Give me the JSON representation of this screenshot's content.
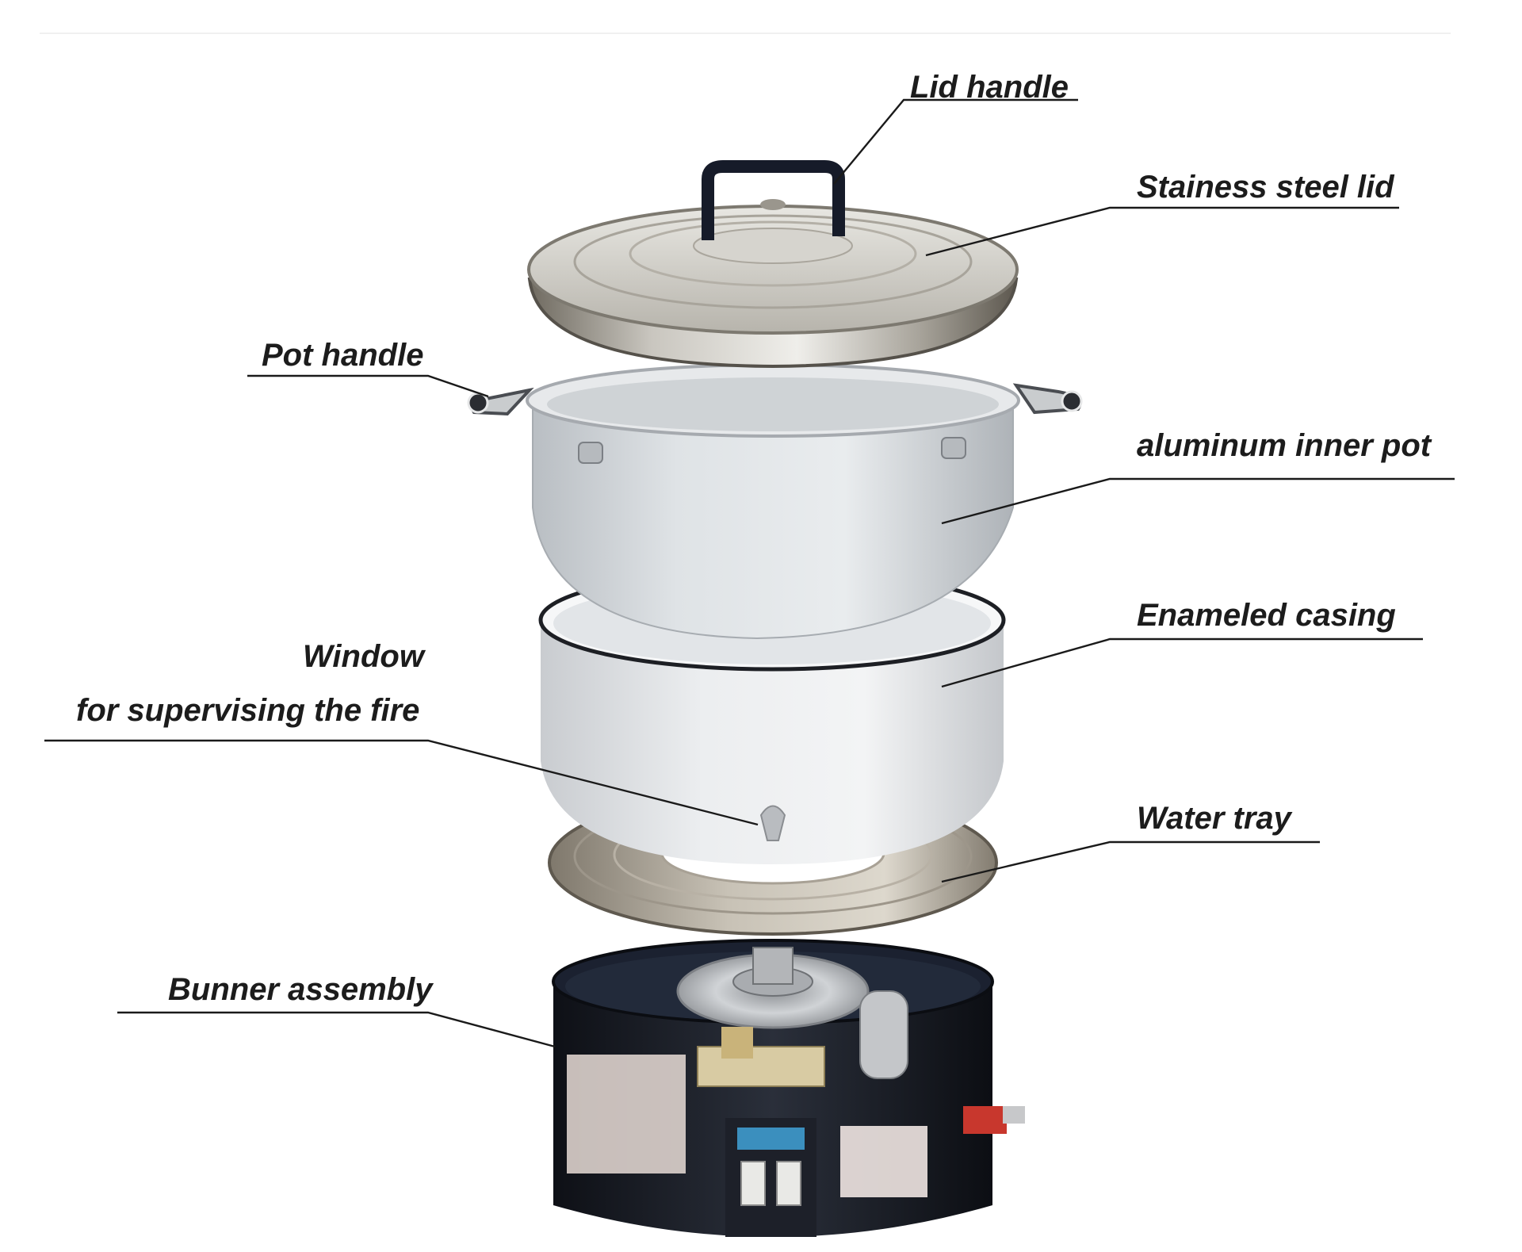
{
  "callouts": {
    "lid_handle": "Lid handle",
    "lid": "Stainess steel lid",
    "pot_handle": "Pot handle",
    "inner_pot": "aluminum inner pot",
    "casing": "Enameled casing",
    "window_line1": "Window",
    "window_line2": "for supervising the fire",
    "water_tray": "Water tray",
    "burner": "Bunner assembly"
  },
  "colors": {
    "leader_line": "#1a1a1a",
    "label_text": "#1c1c1c",
    "steel": "#b9b6ae",
    "aluminum": "#d6dadd",
    "enamel_white": "#e4e6e8",
    "burner_base": "#14161c",
    "handle_black": "#1b1d22",
    "valve_red": "#c8372d"
  }
}
